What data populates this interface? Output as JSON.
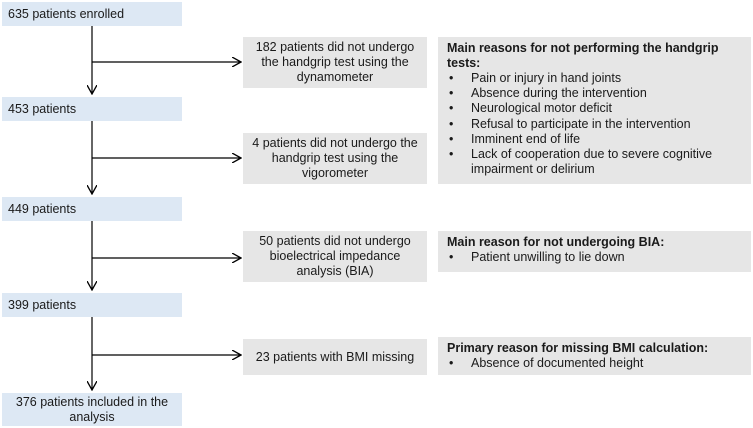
{
  "main_boxes": [
    {
      "text": "635 patients enrolled"
    },
    {
      "text": "453 patients"
    },
    {
      "text": "449 patients"
    },
    {
      "text": "399 patients"
    },
    {
      "text": "376 patients included in the analysis"
    }
  ],
  "exclusion_boxes": [
    {
      "text": "182 patients did not undergo the handgrip test using the dynamometer"
    },
    {
      "text": "4 patients did not undergo the handgrip test using the vigorometer"
    },
    {
      "text": "50 patients did not undergo bioelectrical impedance analysis (BIA)"
    },
    {
      "text": "23 patients with BMI missing"
    }
  ],
  "reason_boxes": [
    {
      "title": "Main reasons for not performing the handgrip tests:",
      "items": [
        "Pain or injury in hand joints",
        "Absence during the intervention",
        "Neurological motor deficit",
        "Refusal to participate in the intervention",
        "Imminent end of life",
        "Lack of cooperation due to severe cognitive impairment or delirium"
      ]
    },
    {
      "title": "Main reason for not undergoing BIA:",
      "items": [
        "Patient unwilling to lie down"
      ]
    },
    {
      "title": "Primary reason for missing BMI calculation:",
      "items": [
        "Absence of documented height"
      ]
    }
  ],
  "colors": {
    "main_box": "#dde8f4",
    "side_box": "#e6e6e6",
    "line": "#000000"
  }
}
